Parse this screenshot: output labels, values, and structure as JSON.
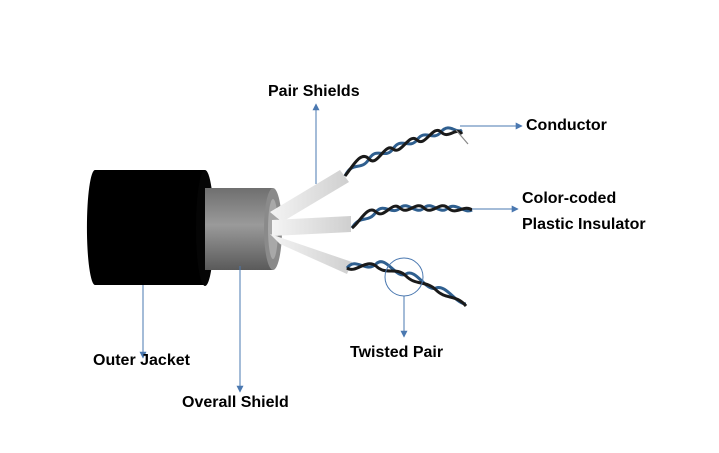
{
  "labels": {
    "pair_shields": "Pair Shields",
    "conductor": "Conductor",
    "insulator_line1": "Color-coded",
    "insulator_line2": "Plastic Insulator",
    "twisted_pair": "Twisted Pair",
    "outer_jacket": "Outer Jacket",
    "overall_shield": "Overall Shield"
  },
  "colors": {
    "jacket": "#000000",
    "wire_black": "#1a1a1a",
    "wire_blue": "#2f5f8f",
    "leader_line": "#4a78b0",
    "shield_gray": "#7d7d7d",
    "pair_shield_light": "#e2e2e2"
  }
}
